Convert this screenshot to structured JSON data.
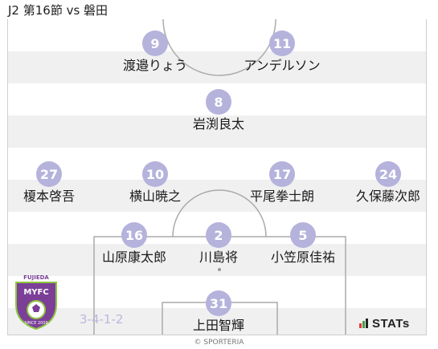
{
  "match": {
    "title": "J2 第16節 vs 磐田"
  },
  "formation": "3-4-1-2",
  "players": [
    {
      "number": "9",
      "name": "渡邉りょう"
    },
    {
      "number": "11",
      "name": "アンデルソン"
    },
    {
      "number": "8",
      "name": "岩渕良太"
    },
    {
      "number": "27",
      "name": "榎本啓吾"
    },
    {
      "number": "10",
      "name": "横山暁之"
    },
    {
      "number": "17",
      "name": "平尾拳士朗"
    },
    {
      "number": "24",
      "name": "久保藤次郎"
    },
    {
      "number": "16",
      "name": "山原康太郎"
    },
    {
      "number": "2",
      "name": "川島将"
    },
    {
      "number": "5",
      "name": "小笠原佳祐"
    },
    {
      "number": "31",
      "name": "上田智輝"
    }
  ],
  "crest": {
    "name": "FUJIEDA",
    "letters": "MYFC",
    "since": "SINCE 2009"
  },
  "stats_logo": {
    "text": "STATs",
    "bar_colors": [
      "#e53935",
      "#43a047",
      "#222222"
    ]
  },
  "copyright": "© SPORTERIA",
  "colors": {
    "badge": "#b5b2dc",
    "stripe_light": "#ffffff",
    "stripe_dark": "#f0f0f0",
    "pitch_line": "#aaaaaa",
    "crest_purple": "#7b3f98",
    "crest_green": "#8dc63f"
  }
}
